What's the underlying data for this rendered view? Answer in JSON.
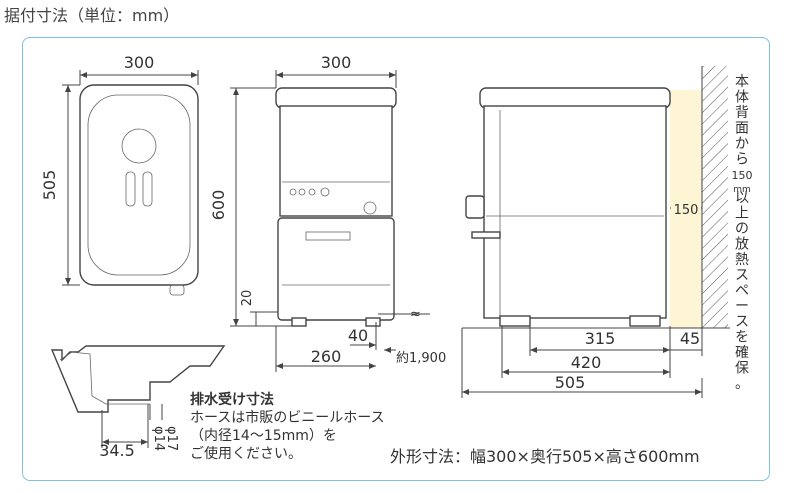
{
  "title": "据付寸法（単位：mm）",
  "top_view": {
    "width": "300",
    "depth": "505"
  },
  "front_view": {
    "width": "300",
    "height": "600",
    "foot": "20",
    "offset1": "40",
    "offset2": "260",
    "hose": "約1,900"
  },
  "side_view": {
    "clearance": "150",
    "d1": "315",
    "d2": "45",
    "d3": "420",
    "d4": "505"
  },
  "wall_note": [
    "本",
    "体",
    "背",
    "面",
    "か",
    "ら",
    "150",
    "mm",
    "以",
    "上",
    "の",
    "放",
    "熱",
    "ス",
    "ペ",
    "ー",
    "ス",
    "を",
    "確",
    "保",
    "。"
  ],
  "drain": {
    "heading": "排水受け寸法",
    "line1": "ホースは市販のビニールホース",
    "line2": "（内径14〜15mm）を",
    "line3": "ご使用ください。",
    "d1": "34.5",
    "d2": "φ14",
    "d3": "φ17"
  },
  "outer_dims": "外形寸法：幅300×奥行505×高さ600mm",
  "colors": {
    "frame": "#7fbfe0",
    "heat_zone": "#fdf5d3",
    "wall_hatch": "#444444"
  }
}
